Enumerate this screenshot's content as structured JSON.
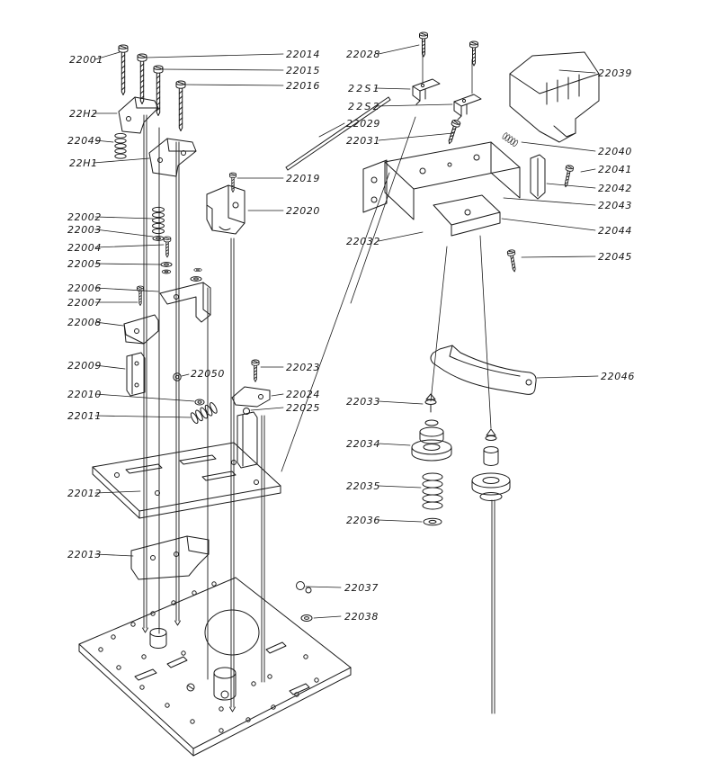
{
  "colors": {
    "background": "#ffffff",
    "line": "#1a1a1a",
    "label_text": "#161616"
  },
  "diagram_type": "exploded-parts-view",
  "labels": {
    "p22001": "22001",
    "p22H2": "22H2",
    "p22049": "22049",
    "p22H1": "22H1",
    "p22002": "22002",
    "p22003": "22003",
    "p22004": "22004",
    "p22005": "22005",
    "p22006": "22006",
    "p22007": "22007",
    "p22008": "22008",
    "p22009": "22009",
    "p22010": "22010",
    "p22011": "22011",
    "p22012": "22012",
    "p22013": "22013",
    "p22014": "22014",
    "p22015": "22015",
    "p22016": "22016",
    "p22019": "22019",
    "p22020": "22020",
    "p22050": "22050",
    "p22023": "22023",
    "p22024": "22024",
    "p22025": "22025",
    "p22028": "22028",
    "p22S1": "22S1",
    "p22S2": "22S2",
    "p22029": "22029",
    "p22031": "22031",
    "p22032": "22032",
    "p22033": "22033",
    "p22034": "22034",
    "p22035": "22035",
    "p22036": "22036",
    "p22037": "22037",
    "p22038": "22038",
    "p22039": "22039",
    "p22040": "22040",
    "p22041": "22041",
    "p22042": "22042",
    "p22043": "22043",
    "p22044": "22044",
    "p22045": "22045",
    "p22046": "22046"
  }
}
